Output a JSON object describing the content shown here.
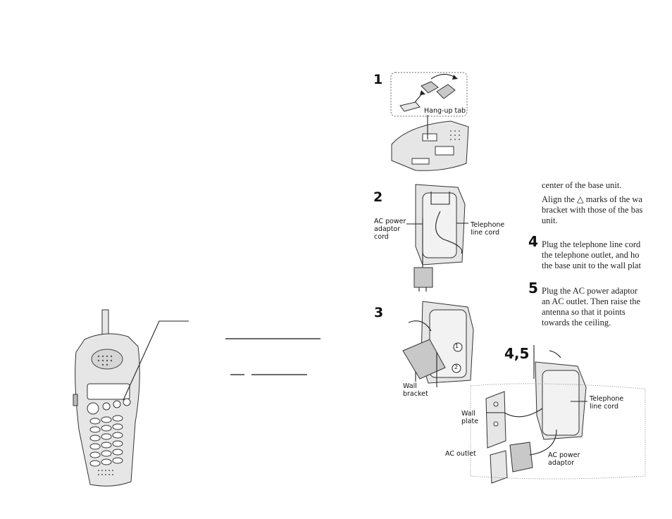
{
  "steps": {
    "s1": "1",
    "s2": "2",
    "s3": "3",
    "s45": "4,5",
    "s4": "4",
    "s5": "5"
  },
  "labels": {
    "hangup_tab": "Hang-up tab",
    "ac_power_adaptor_cord": [
      "AC power",
      "adaptor",
      "cord"
    ],
    "telephone_line_cord_2": [
      "Telephone",
      "line cord"
    ],
    "wall_bracket": [
      "Wall",
      "bracket"
    ],
    "wall_plate": [
      "Wall",
      "plate"
    ],
    "telephone_line_cord_45": [
      "Telephone",
      "line cord"
    ],
    "ac_outlet": "AC outlet",
    "ac_power_adaptor": [
      "AC power",
      "adaptor"
    ]
  },
  "text": {
    "step3_tail": "center of the base unit.",
    "align_l1": "Align the △ marks of the wa",
    "align_l2": "bracket with those of the bas",
    "align_l3": "unit.",
    "step4_l1": "Plug the telephone line cord",
    "step4_l2": "the telephone outlet, and ho",
    "step4_l3": "the base unit to the wall plat",
    "step5_l1": "Plug the AC power adaptor",
    "step5_l2": "an AC outlet. Then raise the",
    "step5_l3": "antenna so that it points",
    "step5_l4": "towards the ceiling."
  }
}
